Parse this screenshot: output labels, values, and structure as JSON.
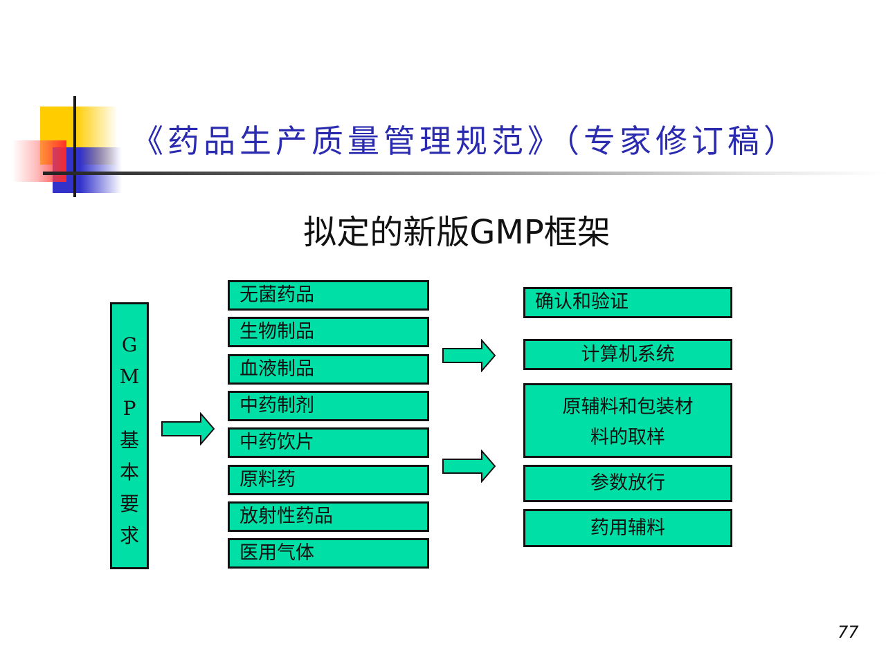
{
  "header": {
    "title": "《药品生产质量管理规范》（专家修订稿）"
  },
  "subtitle": "拟定的新版GMP框架",
  "diagram": {
    "root": {
      "chars": [
        "G",
        "M",
        "P",
        "基",
        "本",
        "要",
        "求"
      ],
      "label": "GMP基本要求"
    },
    "left_items": [
      "无菌药品",
      "生物制品",
      "血液制品",
      "中药制剂",
      "中药饮片",
      "原料药",
      "放射性药品",
      "医用气体"
    ],
    "right_items": [
      "确认和验证",
      "计算机系统",
      "原辅料和包装材料的取样",
      "参数放行",
      "药用辅料"
    ],
    "right_item_lines": {
      "sampling_line1": "原辅料和包装材",
      "sampling_line2": "料的取样"
    },
    "colors": {
      "box_fill": "#00e0a6",
      "box_border": "#111111",
      "title": "#2b2bb0"
    }
  },
  "footer": {
    "page_number": "77"
  }
}
